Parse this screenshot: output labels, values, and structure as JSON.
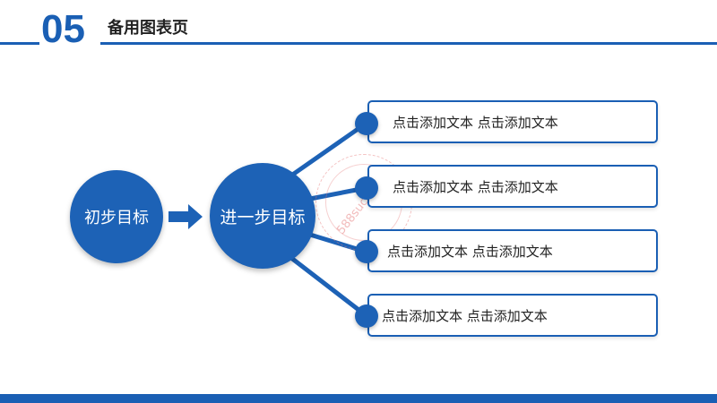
{
  "header": {
    "section_number": "05",
    "section_title": "备用图表页"
  },
  "diagram": {
    "start_label": "初步目标",
    "next_label": "进一步目标",
    "items": [
      {
        "text": "点击添加文本 点击添加文本"
      },
      {
        "text": "点击添加文本 点击添加文本"
      },
      {
        "text": "点击添加文本 点击添加文本"
      },
      {
        "text": "点击添加文本 点击添加文本"
      }
    ]
  },
  "watermark": {
    "text": "588sucai.com"
  },
  "colors": {
    "primary": "#1a5fb4",
    "circle": "#1d62b6",
    "watermark": "#e67878"
  }
}
